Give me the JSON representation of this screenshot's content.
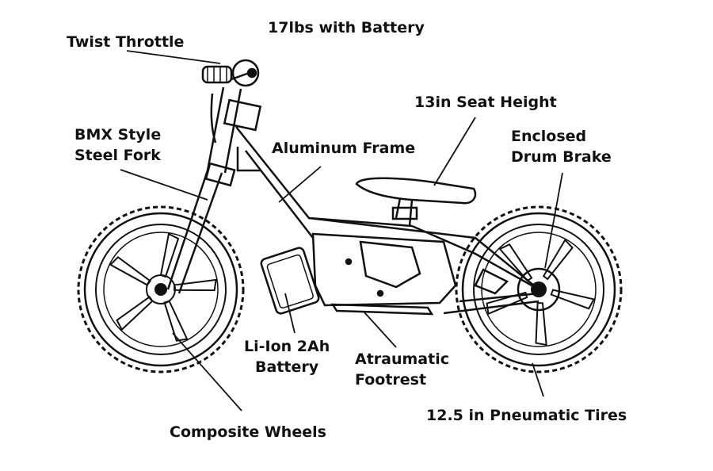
{
  "labels": {
    "weight": "17lbs with Battery",
    "throttle": "Twist Throttle",
    "fork_line1": "BMX Style",
    "fork_line2": "Steel Fork",
    "frame": "Aluminum Frame",
    "seat": "13in Seat Height",
    "brake_line1": "Enclosed",
    "brake_line2": "Drum Brake",
    "battery_line1": "Li-Ion 2Ah",
    "battery_line2": "Battery",
    "footrest_line1": "Atraumatic",
    "footrest_line2": "Footrest",
    "tires": "12.5 in Pneumatic Tires",
    "wheels": "Composite Wheels"
  },
  "colors": {
    "ink": "#111111",
    "background": "#ffffff"
  }
}
